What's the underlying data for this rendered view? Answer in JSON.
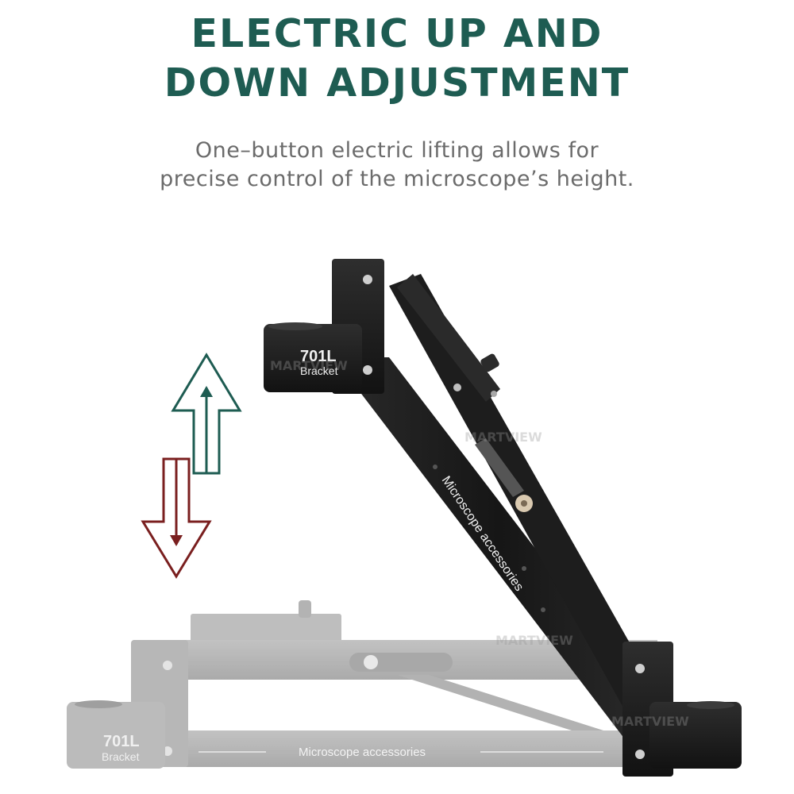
{
  "headline": {
    "line1": "ELECTRIC UP AND",
    "line2": "DOWN ADJUSTMENT"
  },
  "subtitle": {
    "line1": "One–button electric lifting allows for",
    "line2": "precise control of the microscope’s height."
  },
  "product": {
    "model": "701L",
    "type": "Bracket",
    "arm_text": "Microscope accessories"
  },
  "watermark": "MARTVIEW",
  "colors": {
    "headline": "#1e5c52",
    "subtitle": "#6b6b6b",
    "arrow_up": "#1e5c52",
    "arrow_down": "#7a1f1f",
    "bracket_raised": "#1b1b1b",
    "bracket_lowered": "#a9a9a9"
  }
}
